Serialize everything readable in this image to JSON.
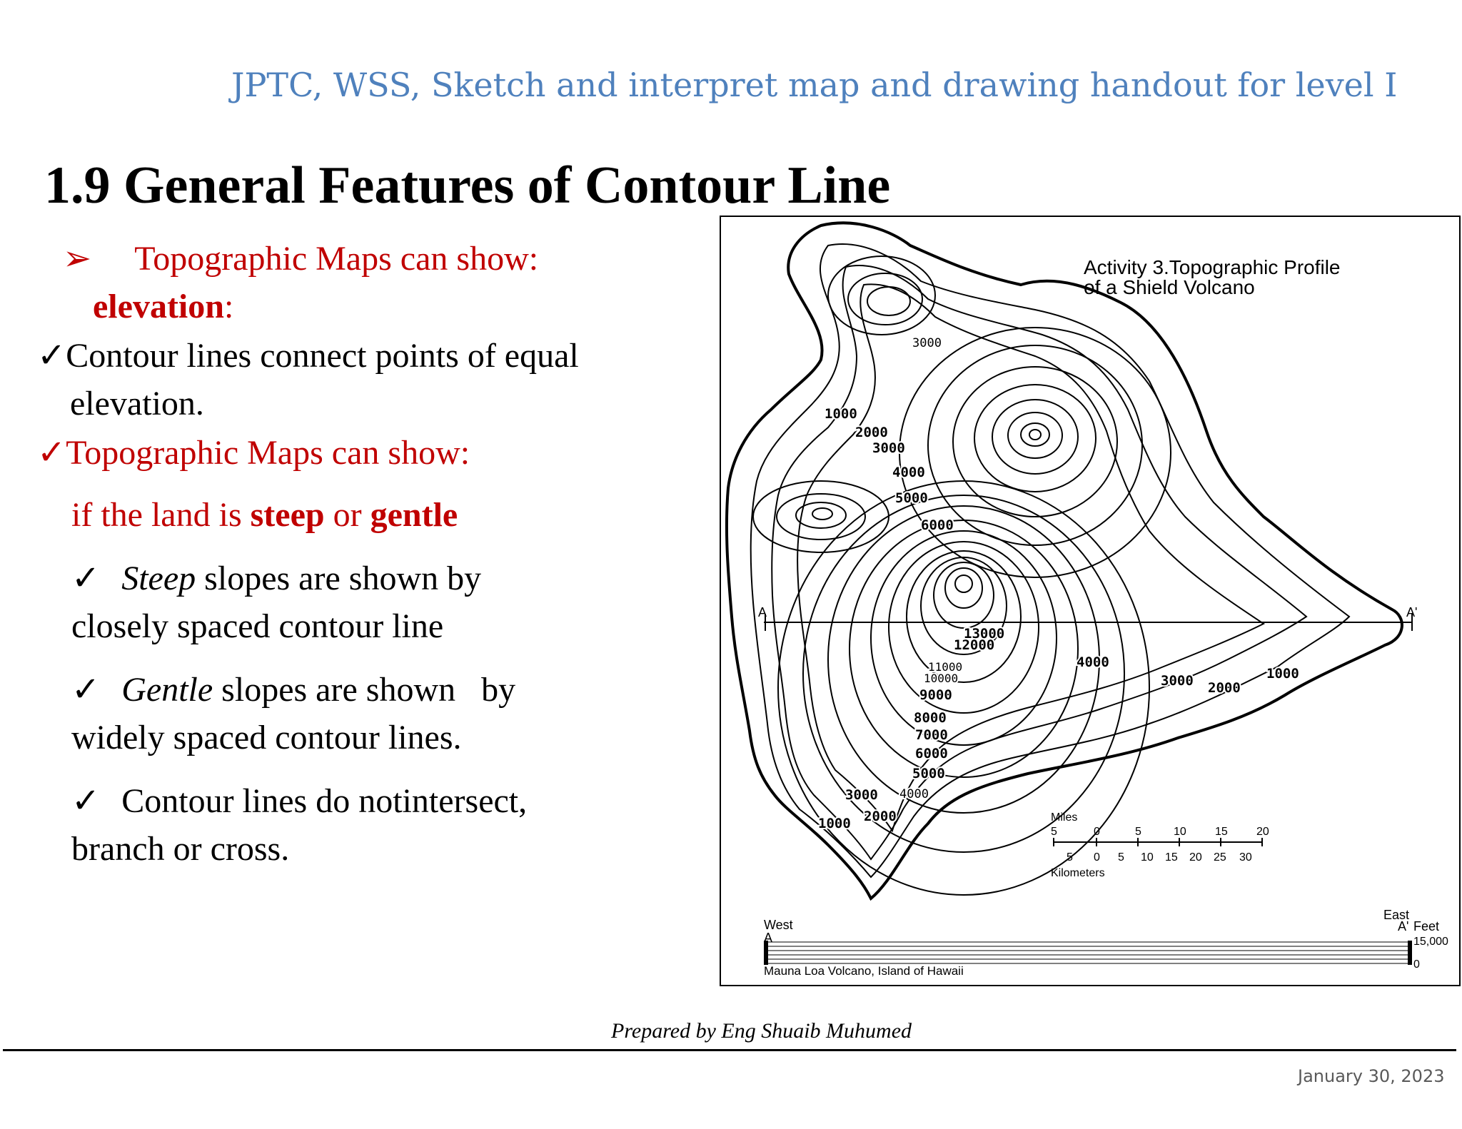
{
  "header": {
    "text": "JPTC, WSS, Sketch and interpret map and drawing handout for level I"
  },
  "section": {
    "title": "1.9 General Features of Contour Line"
  },
  "content": {
    "bullet_arrow": "➢",
    "b1_text": "Topographic Maps can show:",
    "b1_term": "elevation",
    "b1_colon": ":",
    "check": "✓",
    "c1_line1": "Contour lines connect points of equal",
    "c1_line2": "elevation.",
    "c2_text": "Topographic Maps can show:",
    "c2_sub_pre": "if the land is ",
    "c2_sub_steep": "steep",
    "c2_sub_mid": " or ",
    "c2_sub_gentle": "gentle",
    "s1_term": "Steep",
    "s1_rest": " slopes are shown by",
    "s1_line2": "closely spaced contour line",
    "s2_term": "Gentle",
    "s2_rest": " slopes are shown   by",
    "s2_line2": "widely spaced contour lines.",
    "s3_line1": "Contour lines do notintersect,",
    "s3_line2": "branch or cross."
  },
  "figure": {
    "title_line1": "Activity 3.Topographic Profile",
    "title_line2": "of a Shield Volcano",
    "point_a": "A",
    "point_a_prime": "A'",
    "contour_labels": [
      "3000",
      "1000",
      "2000",
      "3000",
      "4000",
      "5000",
      "6000",
      "13000",
      "12000",
      "11000",
      "10000",
      "9000",
      "8000",
      "7000",
      "6000",
      "5000",
      "4000",
      "3000",
      "2000",
      "1000",
      "4000",
      "3000",
      "2000",
      "1000"
    ],
    "scale": {
      "miles_label": "Miles",
      "miles_ticks": [
        "5",
        "0",
        "5",
        "10",
        "15",
        "20"
      ],
      "km_ticks": [
        "5",
        "0",
        "5",
        "10",
        "15",
        "20",
        "25",
        "30"
      ],
      "km_label": "Kilometers"
    },
    "profile": {
      "west": "West",
      "east": "East",
      "a": "A",
      "a_prime": "A'",
      "feet": "Feet",
      "top_value": "15,000",
      "bottom_value": "0",
      "caption": "Mauna Loa Volcano, Island of Hawaii"
    }
  },
  "footer": {
    "credit": "Prepared by Eng Shuaib Muhumed",
    "date": "January 30, 2023"
  }
}
